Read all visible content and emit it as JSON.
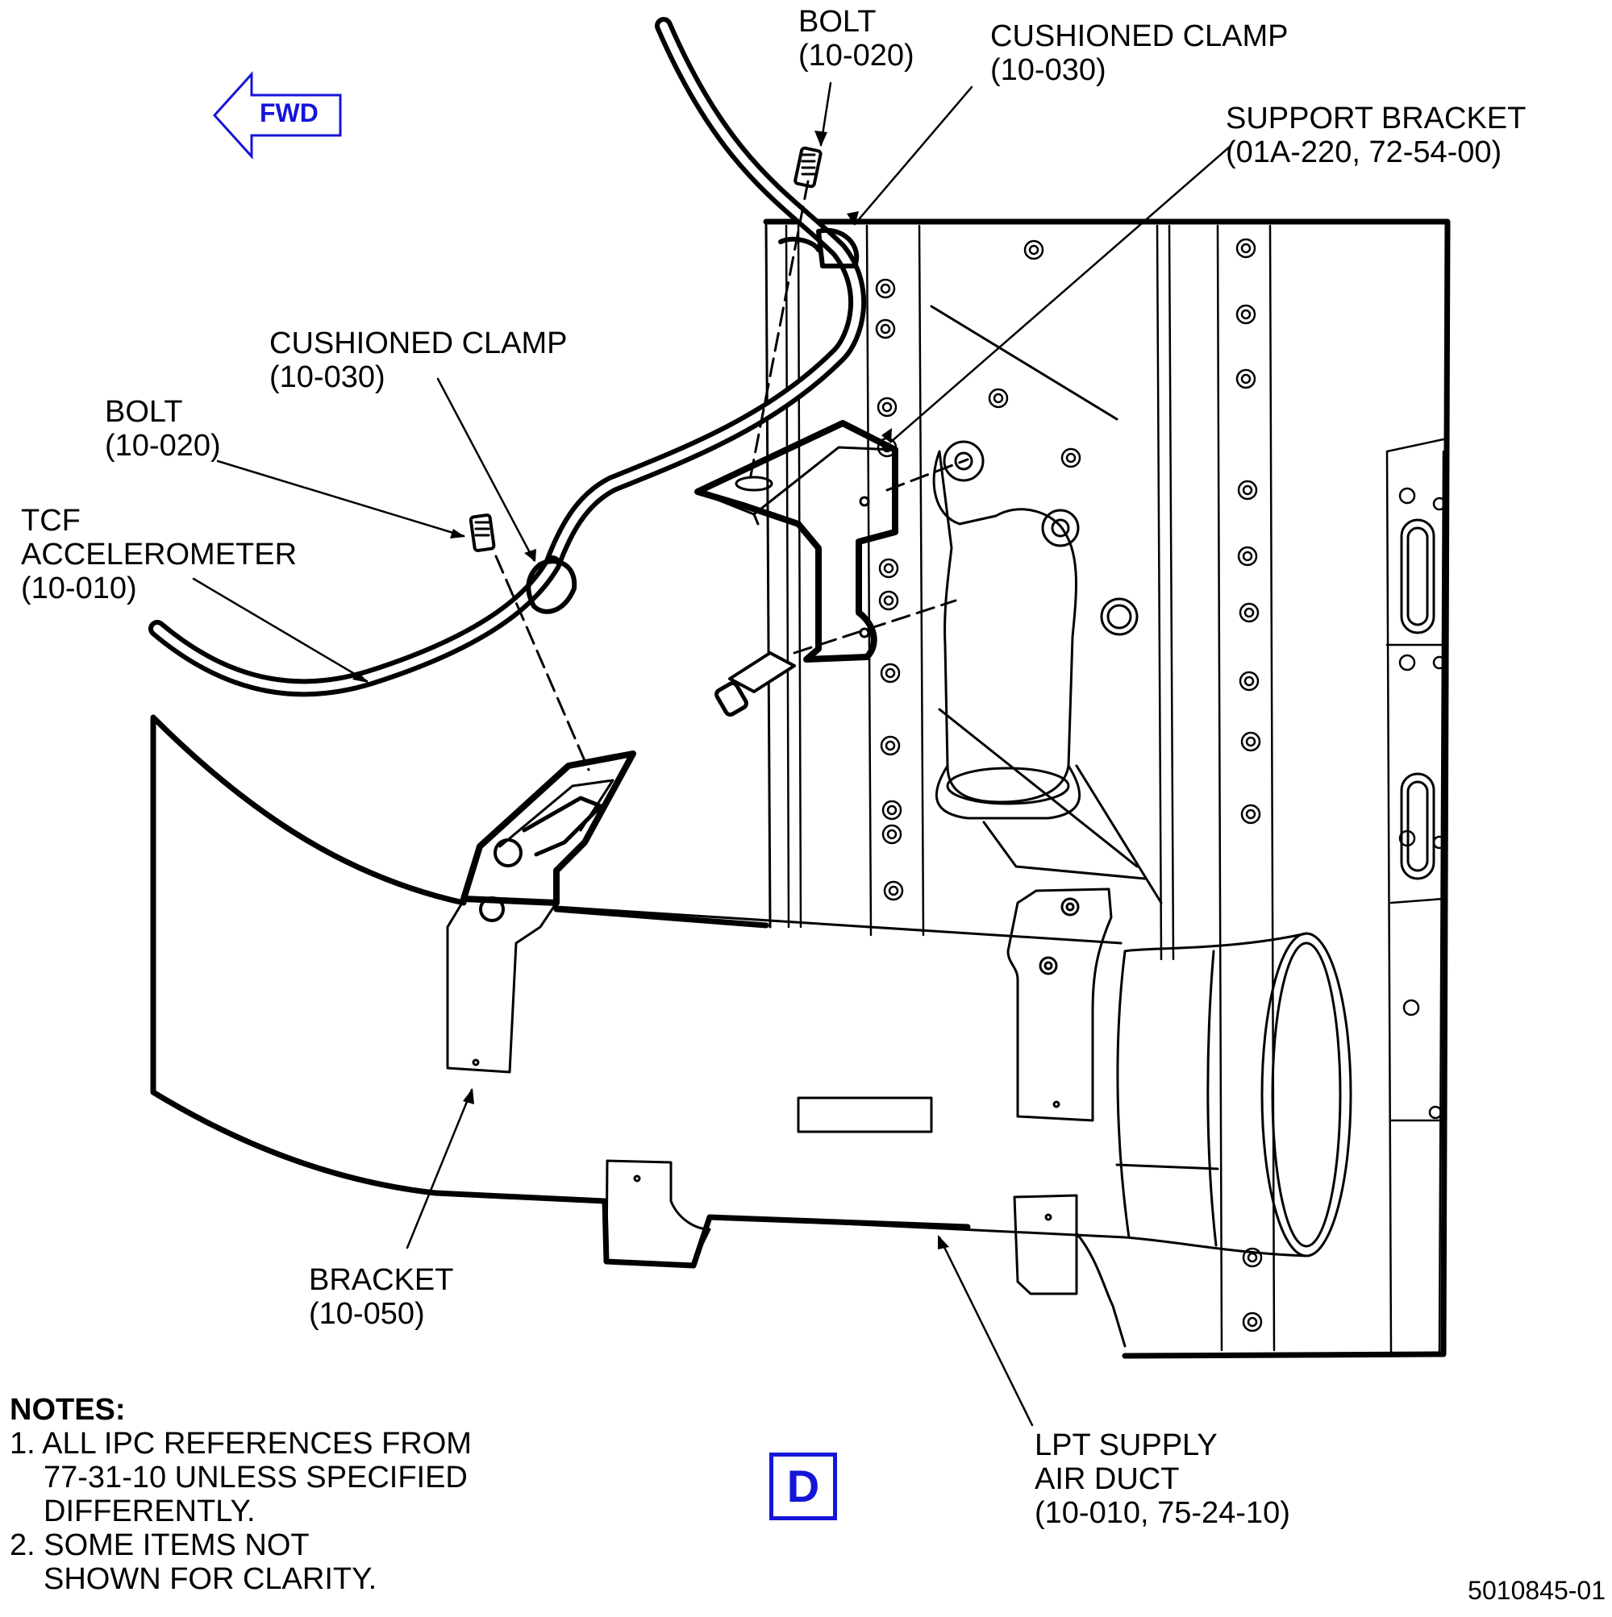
{
  "direction_indicator": {
    "label": "FWD",
    "color": "#1515d8"
  },
  "callouts": {
    "bolt_top": {
      "name": "BOLT",
      "ref": "(10-020)"
    },
    "cushioned_clamp_top": {
      "name": "CUSHIONED CLAMP",
      "ref": "(10-030)"
    },
    "support_bracket": {
      "name": "SUPPORT BRACKET",
      "ref": "(01A-220, 72-54-00)"
    },
    "cushioned_clamp_left": {
      "name": "CUSHIONED CLAMP",
      "ref": "(10-030)"
    },
    "bolt_left": {
      "name": "BOLT",
      "ref": "(10-020)"
    },
    "tcf_accelerometer": {
      "line1": "TCF",
      "line2": "ACCELEROMETER",
      "ref": "(10-010)"
    },
    "bracket": {
      "name": "BRACKET",
      "ref": "(10-050)"
    },
    "lpt_supply_air_duct": {
      "line1": "LPT SUPPLY",
      "line2": "AIR DUCT",
      "ref": "(10-010, 75-24-10)"
    }
  },
  "notes": {
    "heading": "NOTES:",
    "items": [
      {
        "line1": "1. ALL IPC REFERENCES FROM",
        "line2": "77-31-10 UNLESS SPECIFIED",
        "line3": "DIFFERENTLY."
      },
      {
        "line1": "2. SOME ITEMS NOT",
        "line2": "SHOWN FOR CLARITY."
      }
    ]
  },
  "view_label": {
    "text": "D",
    "color": "#1515d8"
  },
  "figure_id": "5010845-01",
  "icons": [
    "fwd-arrow-icon",
    "bolt-icon",
    "cushioned-clamp-icon",
    "accelerometer-cable-icon"
  ]
}
